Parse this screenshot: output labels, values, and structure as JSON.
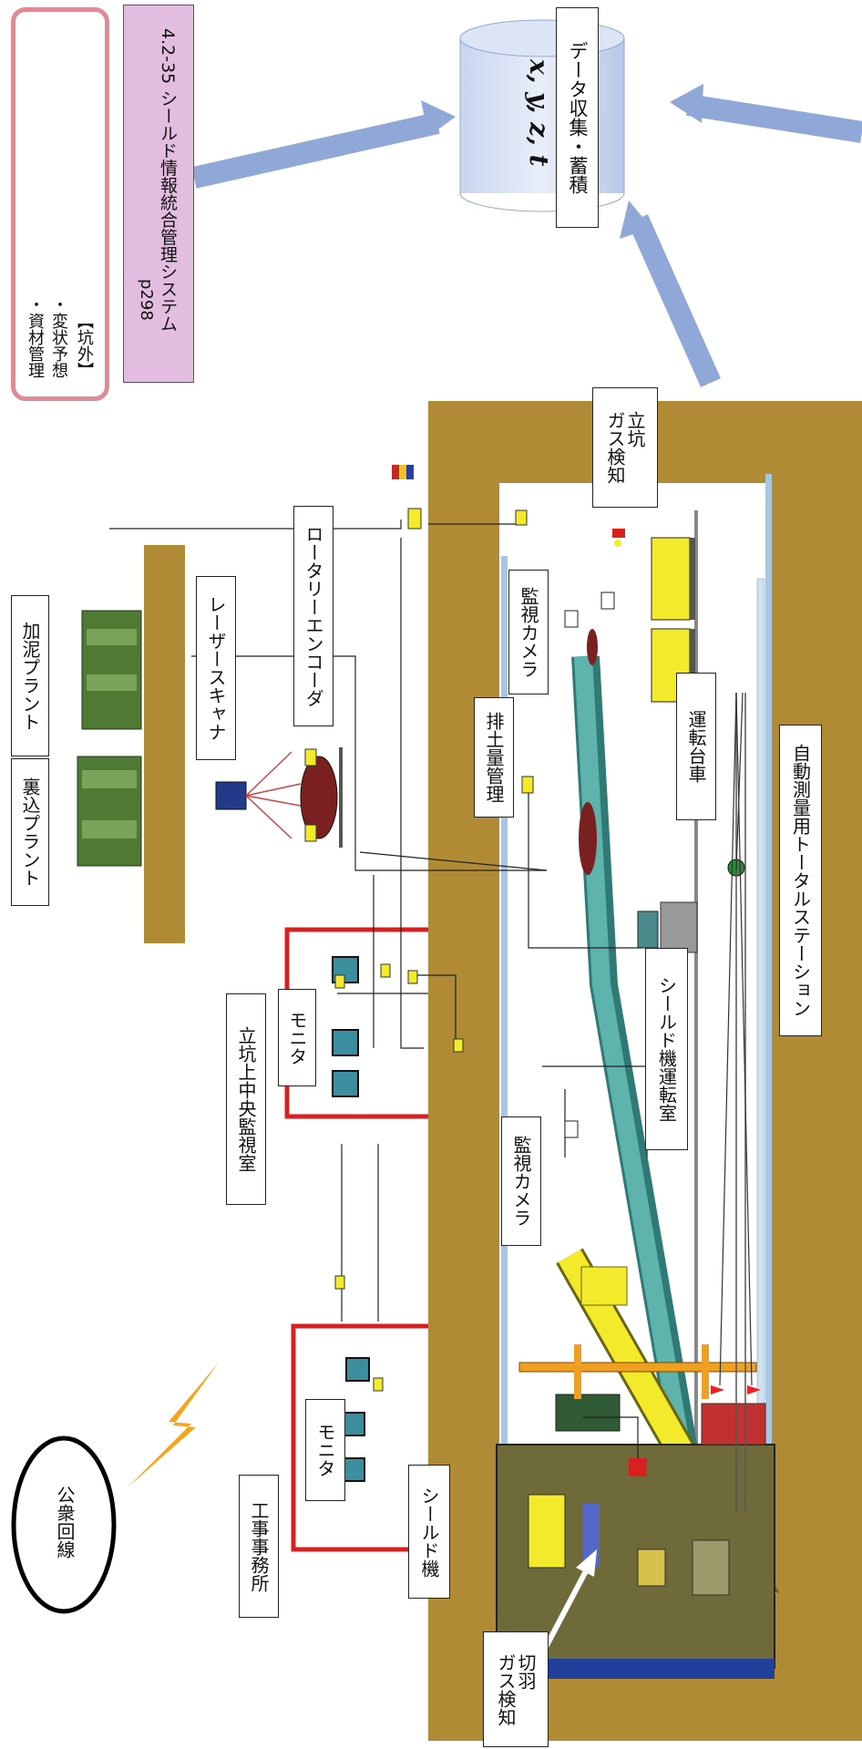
{
  "system_box": {
    "title": "シールド情報統合管理システム",
    "ref": "4.2-35",
    "page": "p298"
  },
  "outside_box": {
    "heading": "【坑外】",
    "items": [
      "・変状予想",
      "・資材管理"
    ]
  },
  "database": {
    "variables": "x, y, z, t",
    "label": "データ収集・蓄積"
  },
  "labels": {
    "kanei_plant": "加泥プラント",
    "urakomi_plant": "裏込プラント",
    "laser_scanner": "レーザースキャナ",
    "rotary_encoder": "ロータリーエンコーダ",
    "shaft_gas": "立坑\nガス検知",
    "camera_top": "監視カメラ",
    "soil_discharge": "排土量管理",
    "operation_cart": "運転台車",
    "monitor_room": "立坑上中央監視室",
    "monitor_a": "モニタ",
    "monitor_b": "モニタ",
    "auto_station": "自動測量用トータルステーション",
    "shield_operation_room": "シールド機運転室",
    "camera_bottom": "監視カメラ",
    "office": "工事事務所",
    "shield_machine": "シールド機",
    "public_line": "公衆回線",
    "face_gas": "切羽\nガス検知"
  },
  "colors": {
    "ground": "#b08a35",
    "system_box_bg": "#e3bde0",
    "outside_border": "#e08a95",
    "arrow": "#8fa8d8",
    "plant_green": "#4e7a34",
    "segment_teal": "#5fb3ad",
    "shield_yellow": "#f2ea2a",
    "monitor_red": "#d92020",
    "shield_body": "#6e6a3a",
    "shield_base": "#1f3f9a"
  }
}
